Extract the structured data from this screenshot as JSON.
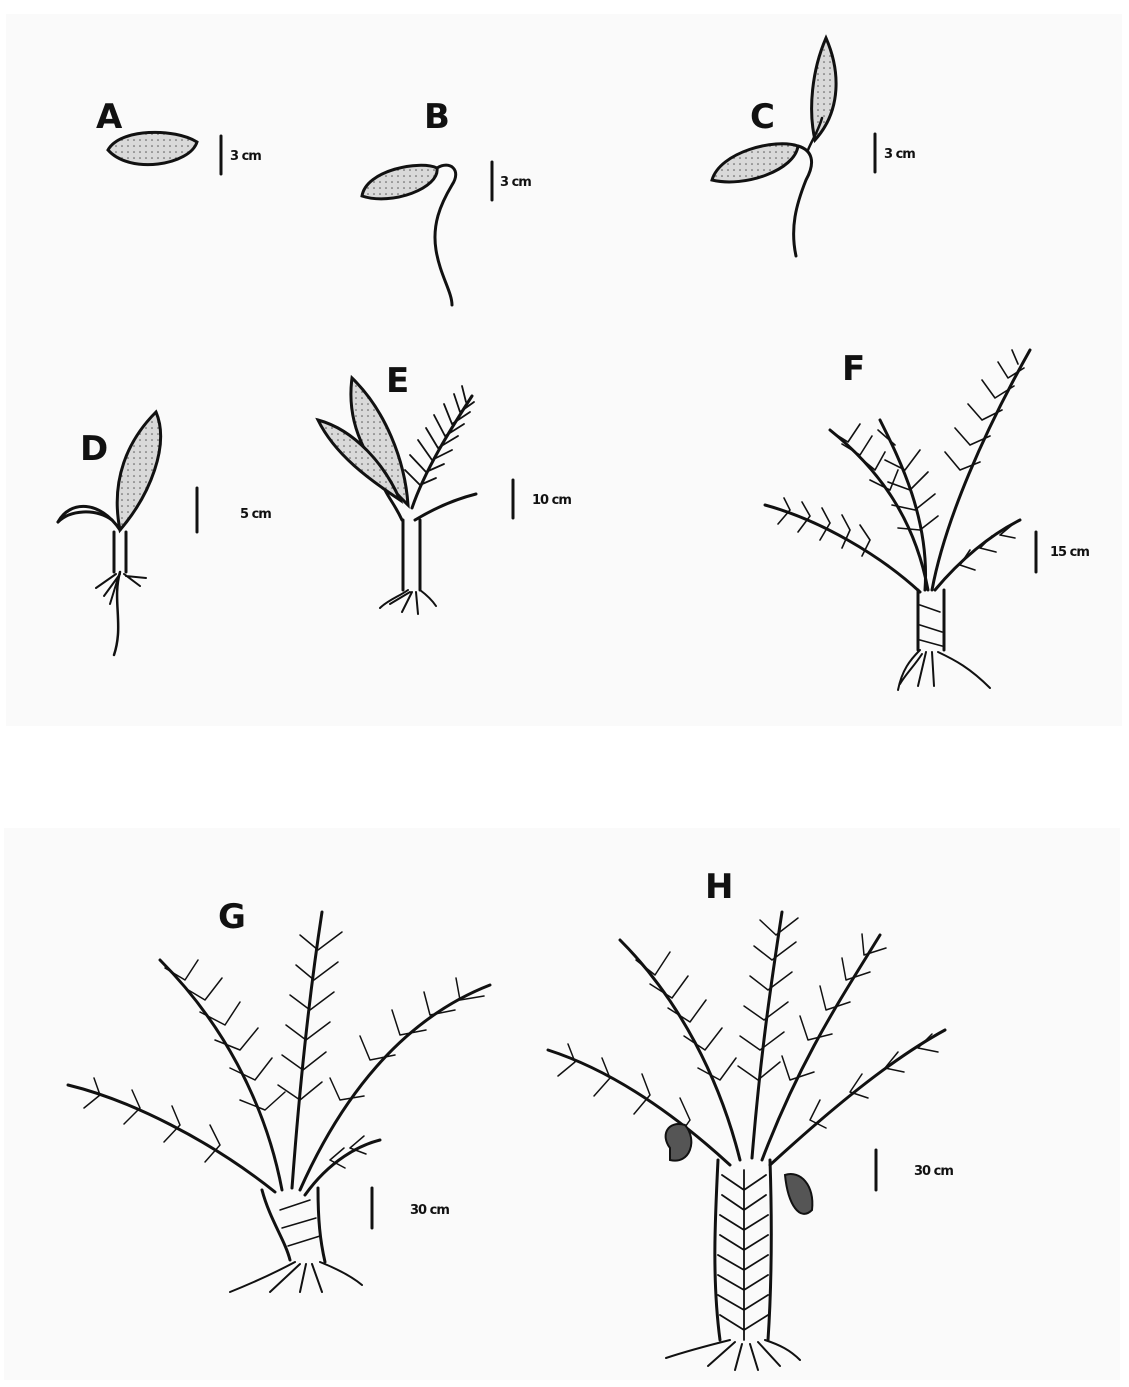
{
  "stages": [
    {
      "id": "A",
      "label": "A",
      "scale": "3 cm"
    },
    {
      "id": "B",
      "label": "B",
      "scale": "3 cm"
    },
    {
      "id": "C",
      "label": "C",
      "scale": "3 cm"
    },
    {
      "id": "D",
      "label": "D",
      "scale": "5 cm"
    },
    {
      "id": "E",
      "label": "E",
      "scale": "10 cm"
    },
    {
      "id": "F",
      "label": "F",
      "scale": "15 cm"
    },
    {
      "id": "G",
      "label": "G",
      "scale": "30 cm"
    },
    {
      "id": "H",
      "label": "H",
      "scale": "30 cm"
    }
  ],
  "colors": {
    "ink": "#111111",
    "seed_fill": "#d8d8d8",
    "panel": "#fafafa"
  }
}
